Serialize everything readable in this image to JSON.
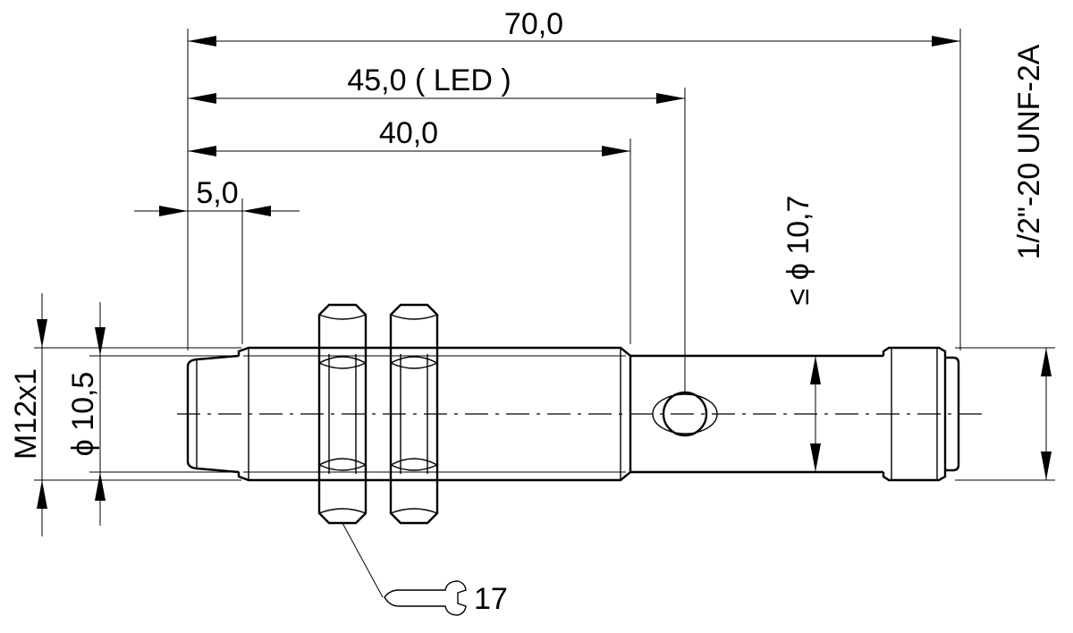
{
  "dimensions": {
    "overall_length": "70,0",
    "led_position": "45,0 ( LED )",
    "thread_length": "40,0",
    "front_offset": "5,0",
    "body_diameter": "≤ ϕ 10,7",
    "face_diameter": "ϕ 10,5",
    "thread_spec": "M12x1",
    "connector_thread": "1/2\"-20 UNF-2A",
    "wrench_size": "17"
  },
  "icons": {
    "wrench": "wrench-icon",
    "led": "led-indicator"
  }
}
